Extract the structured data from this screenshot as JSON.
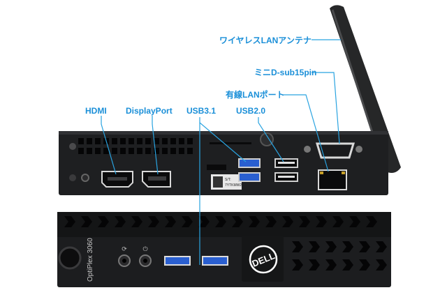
{
  "labels": {
    "antenna": "ワイヤレスLANアンテナ",
    "vga": "ミニD-sub15pin",
    "lan": "有線LANポート",
    "hdmi": "HDMI",
    "displayport": "DisplayPort",
    "usb31": "USB3.1",
    "usb20": "USB2.0"
  },
  "device": {
    "model": "OptiPlex 3060",
    "brand": "DELL",
    "service_tag_label": "S/T:",
    "service_tag": "7YTKMW2"
  },
  "colors": {
    "label": "#1a8fd8",
    "callout_line": "#29a3e0",
    "chassis": "#1e1f21",
    "usb3_blue": "#2a5fd0"
  }
}
